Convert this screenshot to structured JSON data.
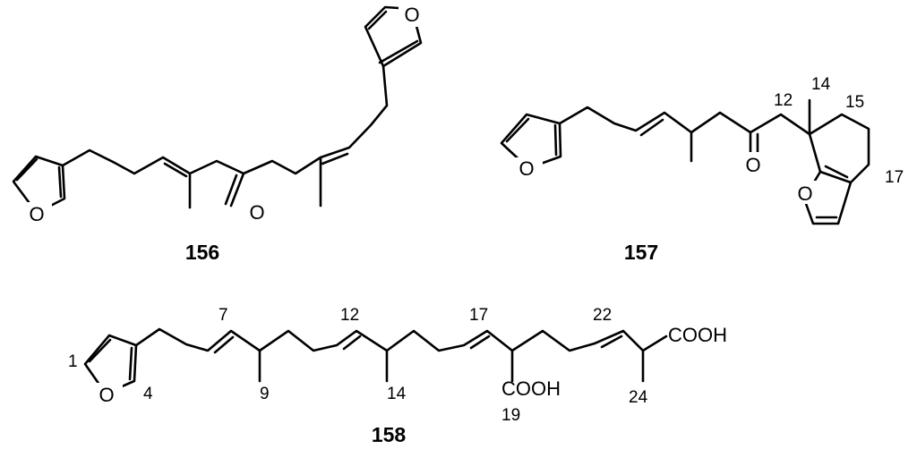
{
  "compounds": {
    "c156": {
      "label": "156"
    },
    "c157": {
      "label": "157"
    },
    "c158": {
      "label": "158"
    }
  },
  "atom_labels": {
    "oxygen": "O",
    "carboxylic_acid": "COOH"
  },
  "locants": {
    "c157": [
      "12",
      "14",
      "15",
      "17"
    ],
    "c158": [
      "1",
      "4",
      "7",
      "9",
      "12",
      "14",
      "17",
      "19",
      "22",
      "24"
    ]
  }
}
